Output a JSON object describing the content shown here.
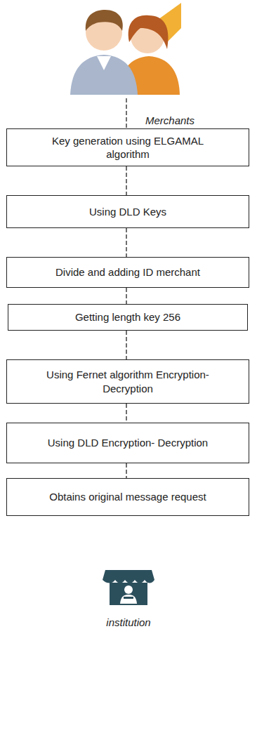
{
  "diagram": {
    "nodes": [
      {
        "text": [
          "Key generation using ELGAMAL algorithm"
        ]
      },
      {
        "text": [
          "Using DLD Keys"
        ]
      },
      {
        "text": [
          "Divide and adding ID merchant"
        ]
      },
      {
        "text": [
          "Getting length key 256"
        ]
      },
      {
        "text": [
          "Using Fernet algorithm Encryption- Decryption"
        ]
      },
      {
        "text": [
          "Using DLD Encryption- Decryption"
        ]
      },
      {
        "text": [
          "Obtains original message request"
        ]
      }
    ],
    "edges": [
      {
        "from": 0,
        "to": 1,
        "arrow": "none"
      },
      {
        "from": 1,
        "to": 2,
        "arrow": "none"
      },
      {
        "from": 2,
        "to": 3,
        "arrow": "none"
      },
      {
        "from": 3,
        "to": 4,
        "arrow": "none"
      },
      {
        "from": 4,
        "to": 5,
        "arrow": "none"
      },
      {
        "from": 5,
        "to": 6,
        "arrow": "none"
      }
    ],
    "labels": [
      "Merchants",
      "institution"
    ]
  }
}
